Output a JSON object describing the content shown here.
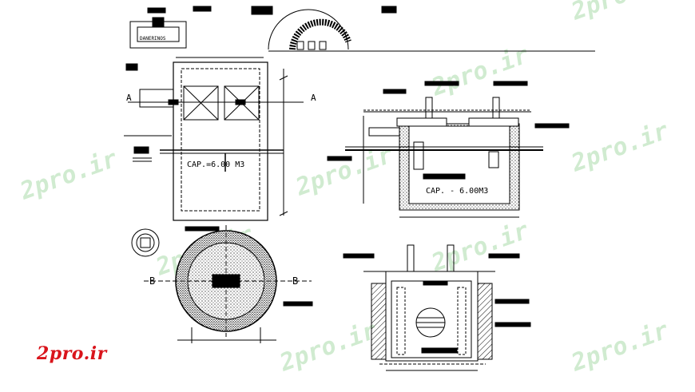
{
  "plan": {
    "section_marks": [
      "A",
      "A"
    ],
    "capacity_label": "CAP.=6.00 M3"
  },
  "section": {
    "capacity_label": "CAP. - 6.00M3"
  },
  "circular": {
    "section_marks": [
      "B",
      "B"
    ]
  },
  "top_detail": {
    "caption": "DANERINOS"
  },
  "brand": {
    "logo": "2pro.ir",
    "watermark": "2pro.ir",
    "logo_color": "#d9141b",
    "watermark_color": "#c8e8c8"
  }
}
